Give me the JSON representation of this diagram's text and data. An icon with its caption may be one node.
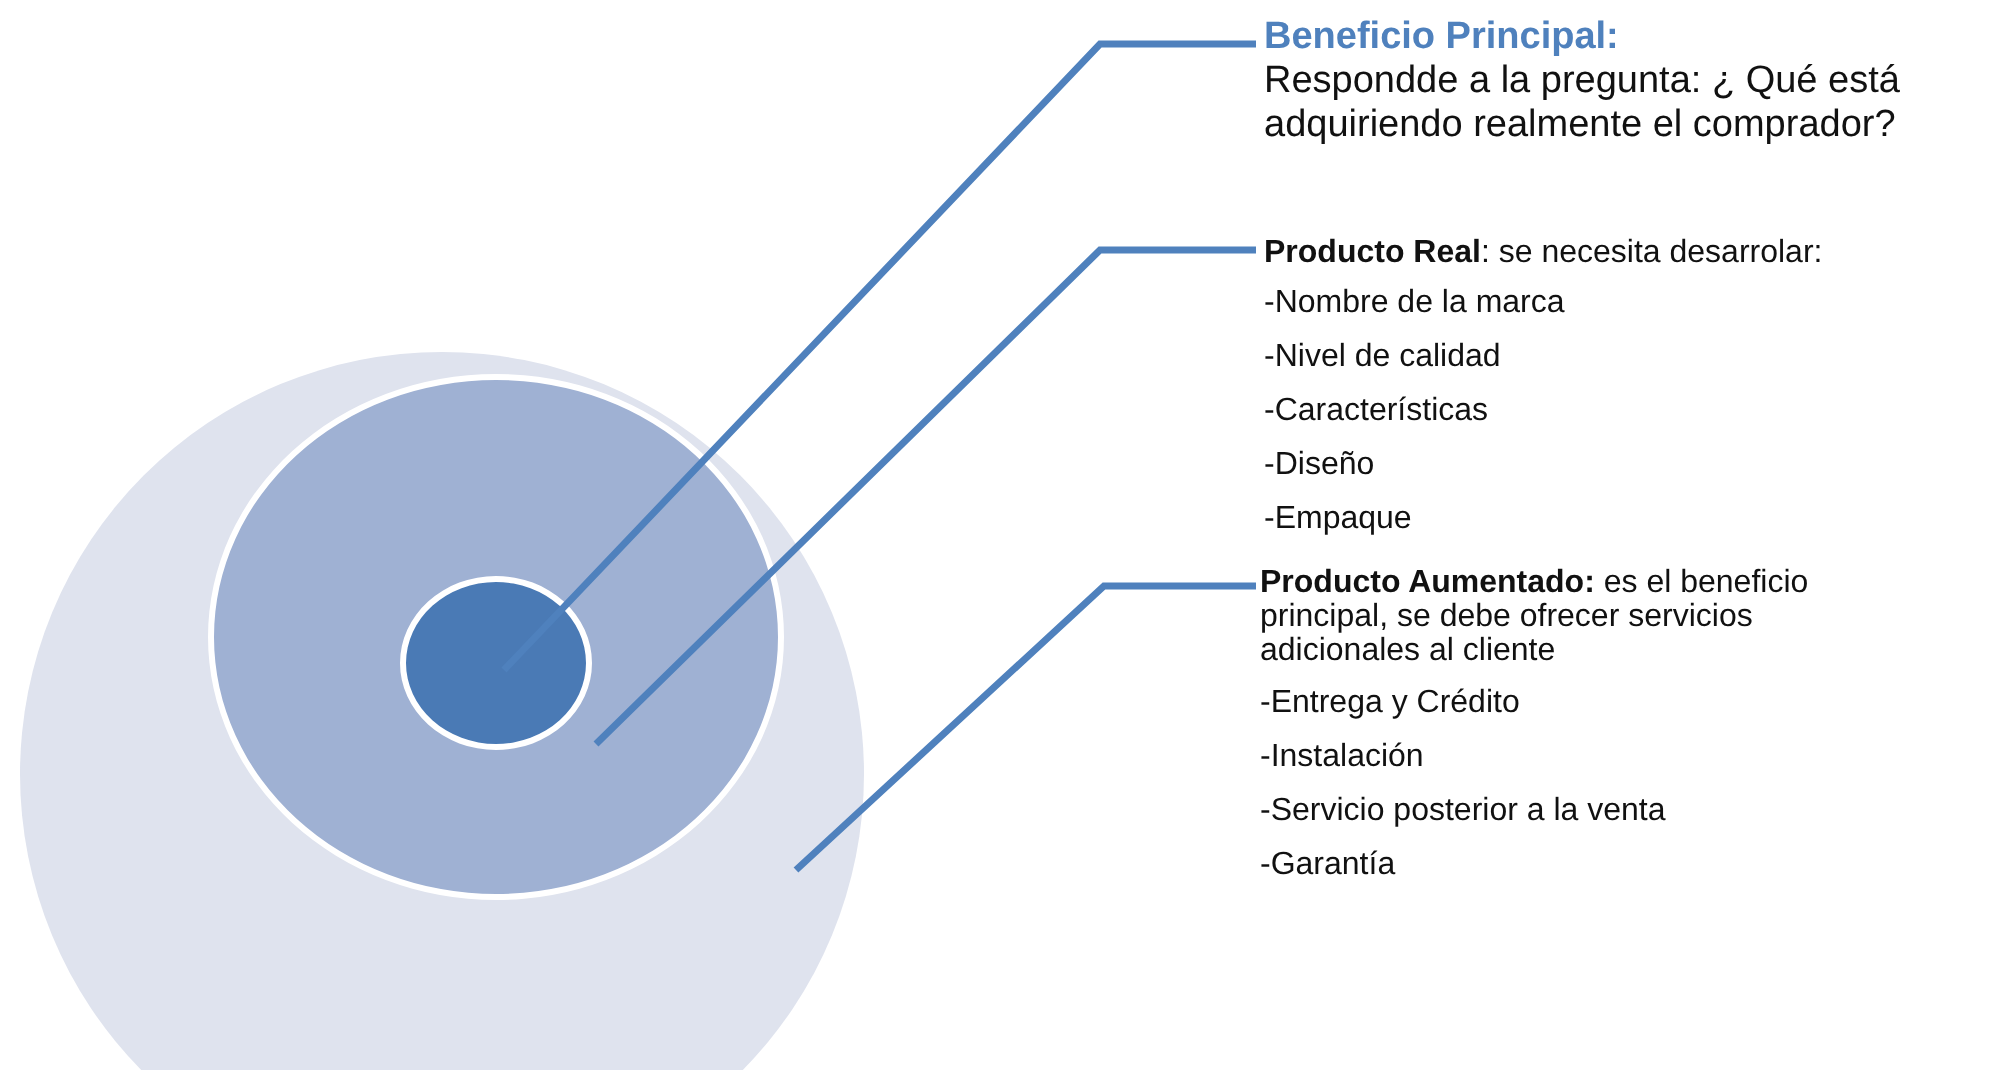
{
  "diagram": {
    "nodes": [
      {
        "text": [],
        "shape": "circle"
      },
      {
        "text": [],
        "shape": "circle",
        "in": 0
      },
      {
        "text": [],
        "shape": "circle",
        "in": 1
      },
      {
        "text": [
          "Beneficio Principal:",
          "Respondde a la pregunta: ¿ Qué está adquiriendo realmente el comprador?"
        ]
      },
      {
        "text": [
          "**Producto Real**: se necesita desarrolar:",
          "-Nombre de la marca",
          "-Nivel de calidad",
          "-Características",
          "-Diseño",
          "-Empaque"
        ]
      },
      {
        "text": [
          "**Producto Aumentado:** es el beneficio principal, se debe ofrecer servicios adicionales al cliente",
          "-Entrega y Crédito",
          "-Instalación",
          "-Servicio posterior a la venta",
          "-Garantía"
        ]
      }
    ],
    "edges": [
      {
        "from": 3,
        "to": 2,
        "arrow": "none"
      },
      {
        "from": 4,
        "to": 1,
        "arrow": "none"
      },
      {
        "from": 5,
        "to": 0,
        "arrow": "none"
      }
    ]
  }
}
